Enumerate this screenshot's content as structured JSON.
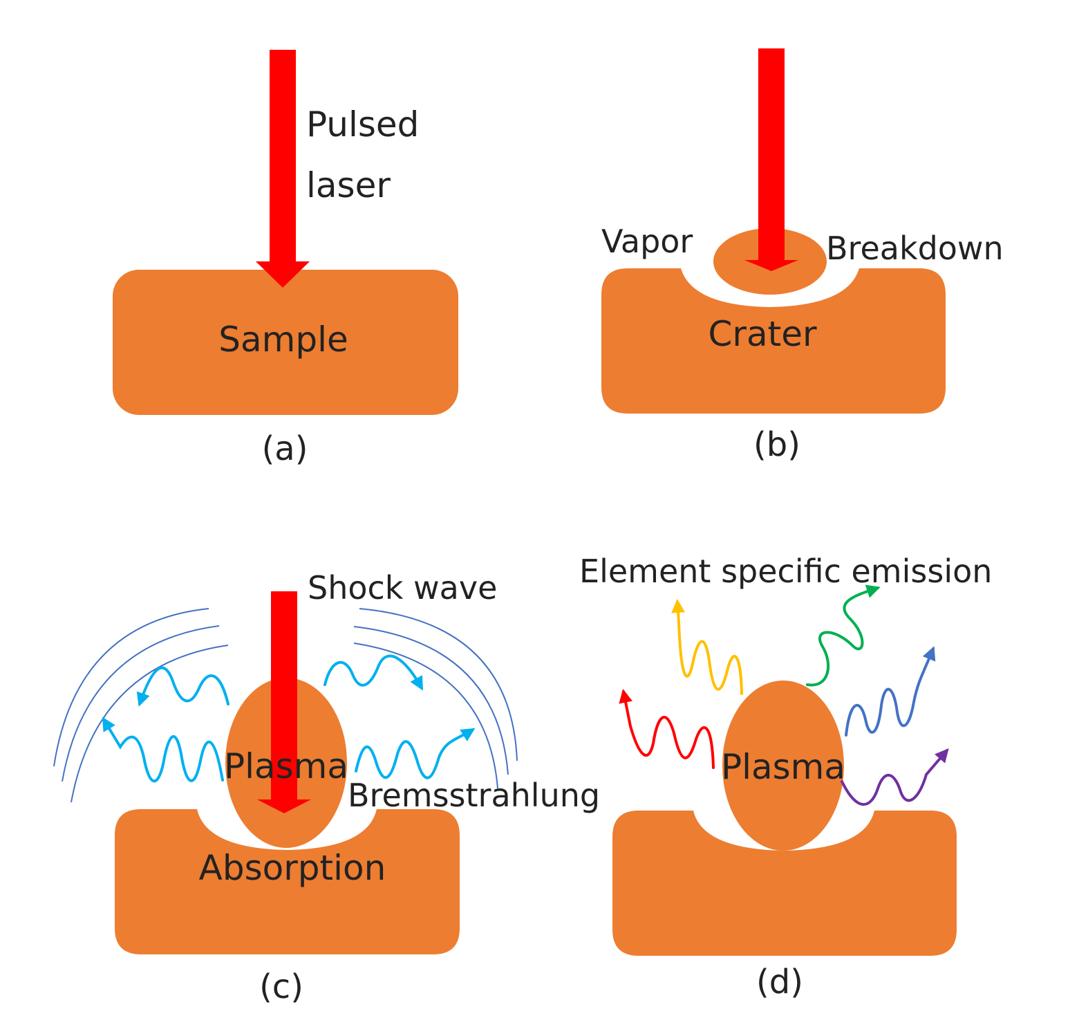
{
  "colors": {
    "sample": "#ED7D31",
    "laser": "#FF0000",
    "shock": "#4472C4",
    "bremsstrahlung": "#00B0F0",
    "emission_red": "#FF0000",
    "emission_yellow": "#FFC000",
    "emission_green": "#00B050",
    "emission_blue": "#4472C4",
    "emission_purple": "#7030A0"
  },
  "panel_a": {
    "laser_label_line1": "Pulsed",
    "laser_label_line2": "laser",
    "sample_label": "Sample",
    "caption": "(a)"
  },
  "panel_b": {
    "vapor_label": "Vapor",
    "breakdown_label": "Breakdown",
    "crater_label": "Crater",
    "caption": "(b)"
  },
  "panel_c": {
    "shock_label": "Shock wave",
    "plasma_label": "Plasma",
    "bremsstrahlung_label": "Bremsstrahlung",
    "absorption_label": "Absorption",
    "caption": "(c)"
  },
  "panel_d": {
    "emission_label": "Element specific emission",
    "plasma_label": "Plasma",
    "caption": "(d)"
  }
}
